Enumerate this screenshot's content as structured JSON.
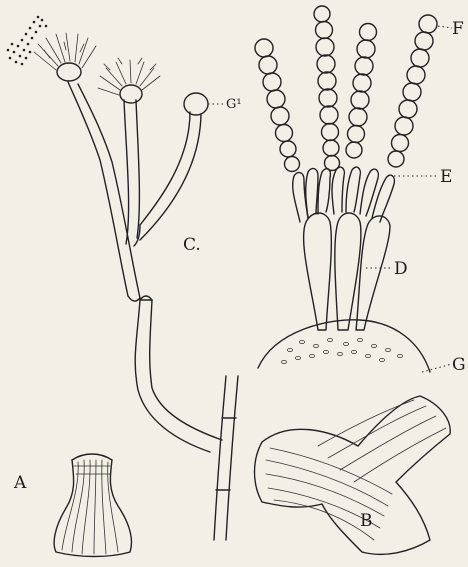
{
  "labels": {
    "a": "A",
    "b": "B",
    "c": "C.",
    "d": "D",
    "e": "E",
    "f": "F",
    "g": "G",
    "g1": "G¹"
  }
}
